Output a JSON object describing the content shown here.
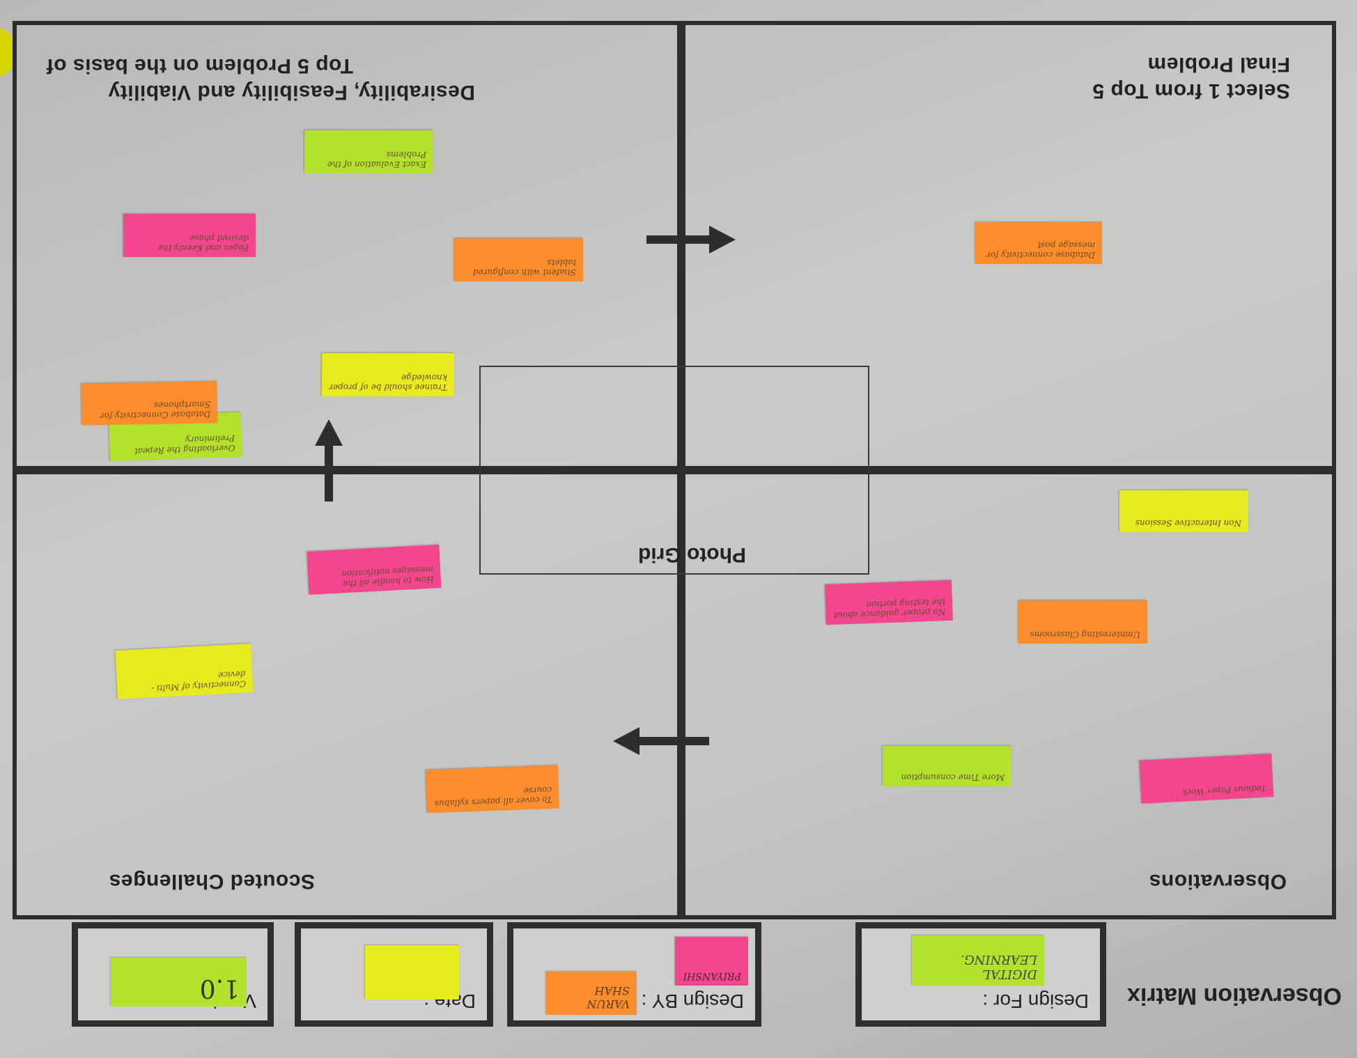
{
  "board": {
    "observations_title": "Observations",
    "scouted_title": "Scouted Challenges",
    "final_title_1": "Final Problem",
    "final_title_2": "Select 1 from Top 5",
    "top5_title_1": "Top 5 Problem on the basis of",
    "top5_title_2": "Desirability, Feasibility and Viability",
    "photo_grid": "Photo Grid"
  },
  "notes": {
    "obs_1": "Tedious Paper Work",
    "obs_2": "More Time consumption",
    "obs_3": "Uninteresting Classrooms",
    "obs_4": "No proper guidance about the testing portion",
    "obs_5": "Non Interactive Sessions",
    "sc_1": "To cover all papers syllabus course",
    "sc_2": "Connectivity of Multi - device",
    "sc_3": "How to handle all the messages notification",
    "sc_4": "Overloading the Repeat Preliminary",
    "top_1": "Database Connectivity for Smartphones",
    "top_2": "Trainee should be of proper knowledge",
    "top_3": "Student with configured tablets",
    "top_4": "Pages and Keenly the desired phase",
    "top_5": "Exact Evaluation of the Problems",
    "final_1": "Database connectivity for message post"
  },
  "footer": {
    "title": "Observation Matrix",
    "design_for_label": "Design For :",
    "design_for_value_1": "DIGITAL",
    "design_for_value_2": "LEARNING.",
    "design_by_label": "Design BY :",
    "design_by_value": "VARUN SHAH",
    "design_by_value_2": "PRIYANSHI",
    "date_label": "Date :",
    "version_label": "Version :",
    "version_value": "1.0"
  }
}
